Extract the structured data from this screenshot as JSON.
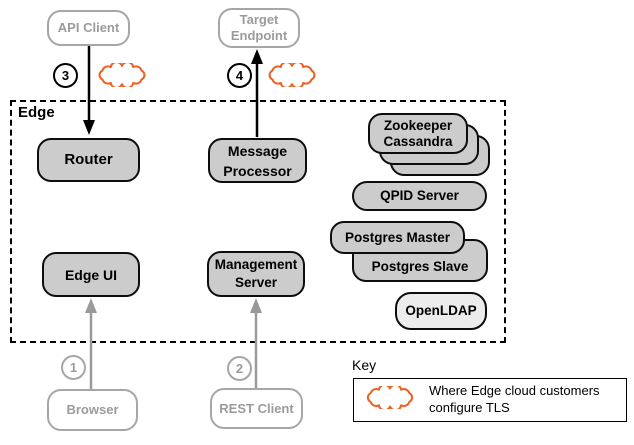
{
  "zone": {
    "label": "Edge"
  },
  "nodes": {
    "api_client": {
      "label": "API Client"
    },
    "target_endpoint": {
      "line1": "Target",
      "line2": "Endpoint"
    },
    "router": {
      "label": "Router"
    },
    "message_processor": {
      "line1": "Message",
      "line2": "Processor"
    },
    "edge_ui": {
      "label": "Edge UI"
    },
    "management_server": {
      "line1": "Management",
      "line2": "Server"
    },
    "zookeeper_cassandra_stack": {
      "line1": "Zookeeper",
      "line2": "Cassandra"
    },
    "qpid_server": {
      "label": "QPID Server"
    },
    "postgres_master": {
      "label": "Postgres Master"
    },
    "postgres_slave": {
      "label": "Postgres Slave"
    },
    "openldap": {
      "label": "OpenLDAP"
    },
    "browser": {
      "label": "Browser"
    },
    "rest_client": {
      "label": "REST Client"
    }
  },
  "steps": {
    "step1": "1",
    "step2": "2",
    "step3": "3",
    "step4": "4"
  },
  "key": {
    "title": "Key",
    "desc_line1": "Where Edge cloud customers",
    "desc_line2": "configure TLS"
  },
  "colors": {
    "tls_cloud_orange": "#EC6224",
    "box_fill": "#cccccc",
    "openldap_fill": "#ececec",
    "muted_border": "#a6a6a6",
    "muted_text": "#9b9b9b",
    "arrow_black": "#000000",
    "arrow_gray": "#9a9a9a"
  }
}
